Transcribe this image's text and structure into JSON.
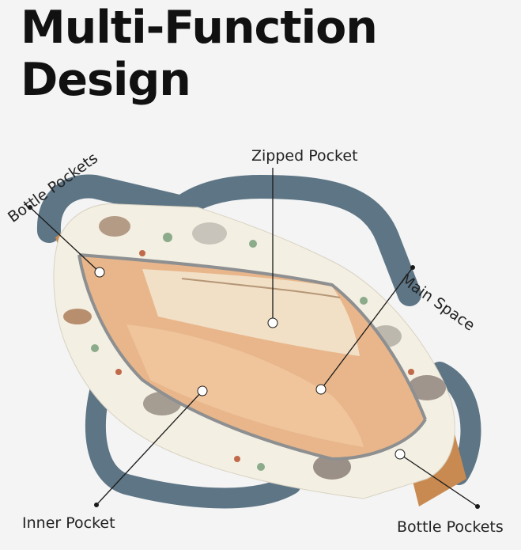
{
  "title": {
    "line1": "Multi-Function",
    "line2": "Design"
  },
  "callouts": {
    "zipped_pocket": "Zipped Pocket",
    "main_space": "Main Space",
    "bottle_pockets_left": "Bottle Pockets",
    "inner_pocket": "Inner Pocket",
    "bottle_pockets_right": "Bottle Pockets"
  },
  "colors": {
    "background": "#f4f4f4",
    "strap": "#5d7585",
    "fabric": "#f3efe2",
    "lining": "#e8b68a",
    "side_panel": "#c98a52",
    "zipper": "#8d8f91"
  }
}
